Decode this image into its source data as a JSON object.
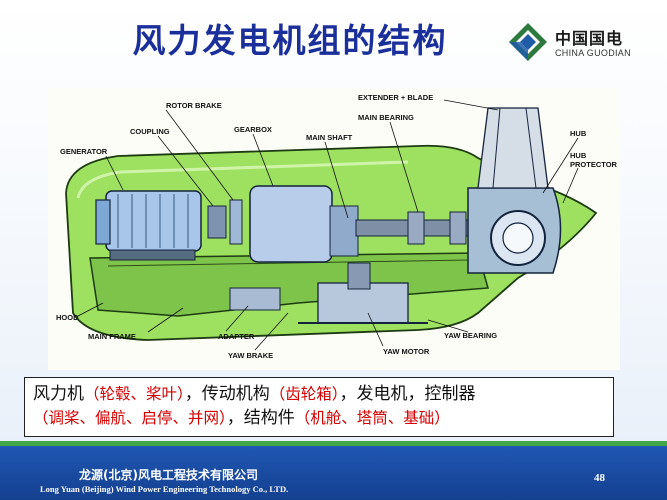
{
  "title": "风力发电机组的结构",
  "logo": {
    "name_cn": "中国国电",
    "name_en": "CHINA GUODIAN",
    "colors": [
      "#2c7a3d",
      "#1f5ca8"
    ]
  },
  "diagram": {
    "labels": {
      "rotor_brake": "ROTOR BRAKE",
      "coupling": "COUPLING",
      "generator": "GENERATOR",
      "gearbox": "GEARBOX",
      "main_shaft": "MAIN SHAFT",
      "extender_blade": "EXTENDER + BLADE",
      "main_bearing": "MAIN BEARING",
      "hub": "HUB",
      "hub_protector_1": "HUB",
      "hub_protector_2": "PROTECTOR",
      "hood": "HOOD",
      "main_frame": "MAIN FRAME",
      "adapter": "ADAPTER",
      "yaw_brake": "YAW BRAKE",
      "yaw_motor": "YAW MOTOR",
      "yaw_bearing": "YAW BEARING"
    }
  },
  "description": {
    "line1": {
      "a": "风力机",
      "b": "（轮毂、桨叶）",
      "c": "，传动机构",
      "d": "（齿轮箱）",
      "e": "，发电机，控制器"
    },
    "line2": {
      "a": "（调桨、偏航、启停、并网）",
      "b": "，结构件",
      "c": "（机舱、塔筒、基础）"
    }
  },
  "footer": {
    "company_cn": "龙源(北京)风电工程技术有限公司",
    "company_en": "Long Yuan (Beijing) Wind Power Engineering Technology Co., LTD.",
    "page": "48"
  }
}
